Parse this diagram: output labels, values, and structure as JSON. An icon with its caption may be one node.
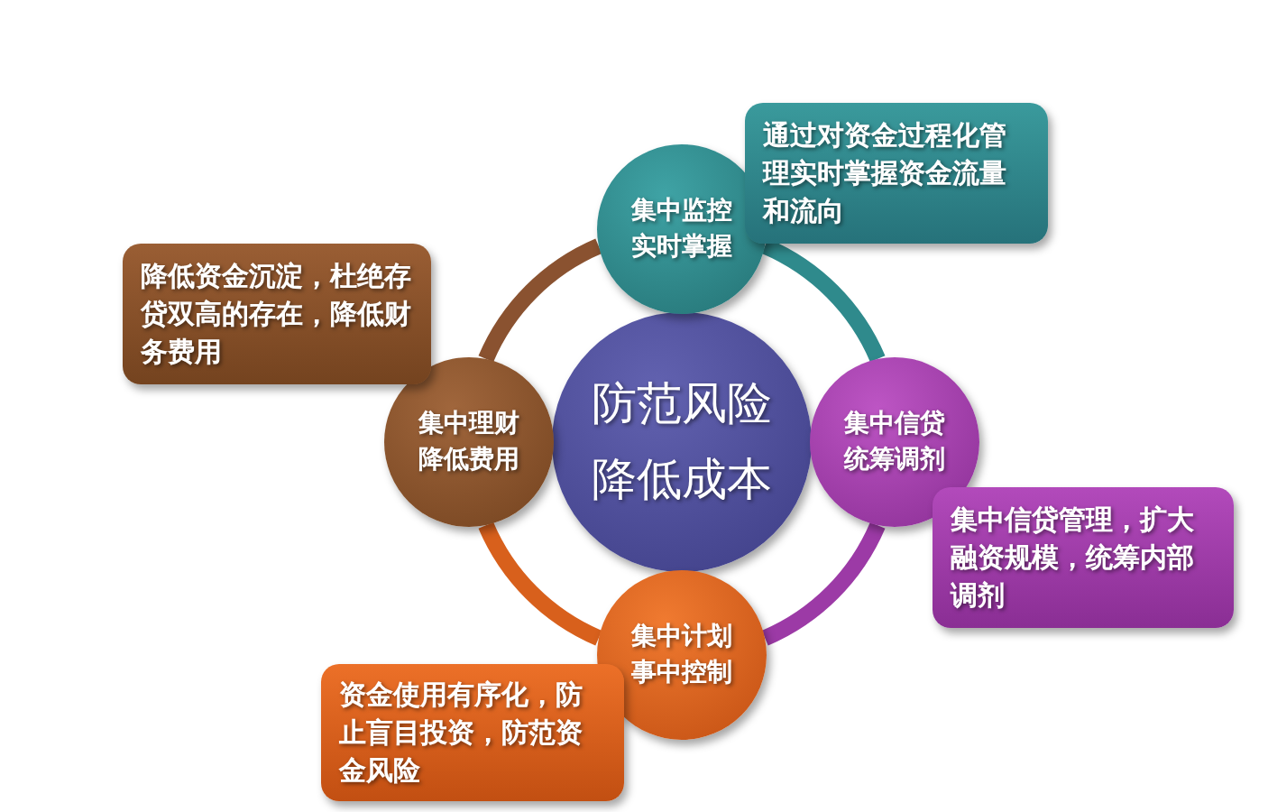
{
  "diagram": {
    "nodes": [
      {
        "text": [
          "防范风险",
          "降低成本"
        ]
      },
      {
        "text": [
          "集中监控",
          "实时掌握"
        ]
      },
      {
        "text": [
          "通过对资金过程化管理实时掌握资金流量和流向"
        ]
      },
      {
        "text": [
          "集中信贷",
          "统筹调剂"
        ]
      },
      {
        "text": [
          "集中信贷管理，扩大融资规模，统筹内部调剂"
        ]
      },
      {
        "text": [
          "集中计划",
          "事中控制"
        ]
      },
      {
        "text": [
          "资金使用有序化，防止盲目投资，防范资金风险"
        ]
      },
      {
        "text": [
          "集中理财",
          "降低费用"
        ]
      },
      {
        "text": [
          "降低资金沉淀，杜绝存贷双高的存在，降低财务费用"
        ]
      }
    ],
    "edges": [
      {
        "from": 1,
        "to": 3,
        "arrow": "none",
        "color": "#2f8a8c"
      },
      {
        "from": 3,
        "to": 5,
        "arrow": "none",
        "color": "#9c3aa6"
      },
      {
        "from": 5,
        "to": 7,
        "arrow": "none",
        "color": "#d8601c"
      },
      {
        "from": 7,
        "to": 1,
        "arrow": "none",
        "color": "#8a5230"
      }
    ]
  }
}
